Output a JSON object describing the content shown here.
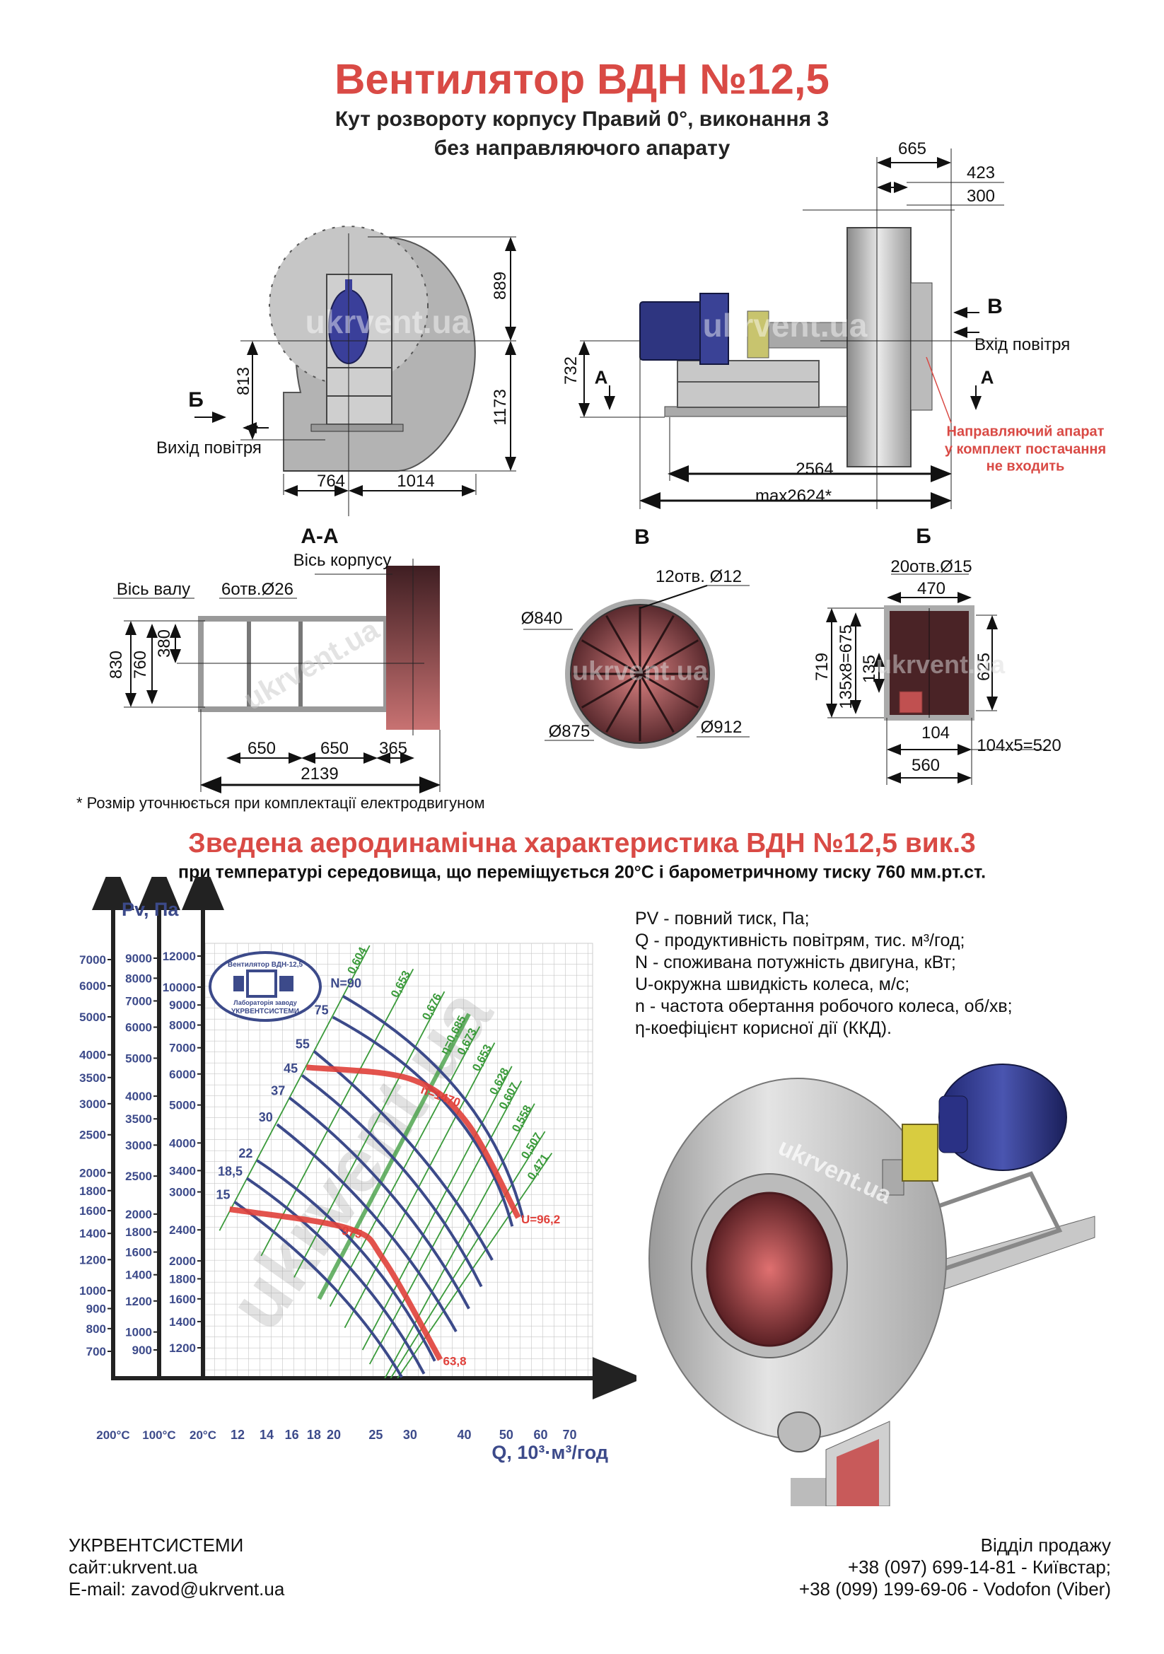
{
  "header": {
    "title": "Вентилятор  ВДН №12,5",
    "subtitle_1": "Кут розвороту корпусу Правий 0°, виконання 3",
    "subtitle_2": "без направляючого апарату"
  },
  "front_view": {
    "dim_889": "889",
    "dim_813": "813",
    "dim_1173": "1173",
    "dim_764": "764",
    "dim_1014": "1014",
    "label_b": "Б",
    "outlet_label": "Вихід повітря",
    "watermark": "ukrvent.ua"
  },
  "side_view": {
    "dim_665": "665",
    "dim_423": "423",
    "dim_300": "300",
    "dim_732": "732",
    "dim_2564": "2564",
    "dim_max": "max2624*",
    "label_v": "В",
    "inlet_label": "Вхід повітря",
    "label_a_left": "А",
    "label_a_right": "А",
    "note_lines": [
      "Направляючий апарат",
      "у комплект постачання",
      "не входить"
    ],
    "watermark": "ukrvent.ua"
  },
  "section_aa": {
    "title": "А-А",
    "housing_axis": "Вісь корпусу",
    "shaft_axis": "Вісь валу",
    "holes": "6отв.Ø26",
    "dim_830": "830",
    "dim_760": "760",
    "dim_380": "380",
    "dim_650a": "650",
    "dim_650b": "650",
    "dim_365": "365",
    "dim_2139": "2139",
    "watermark": "ukrvent.ua"
  },
  "section_v": {
    "title": "В",
    "holes": "12отв. Ø12",
    "d840": "Ø840",
    "d875": "Ø875",
    "d912": "Ø912",
    "watermark": "ukrvent.ua"
  },
  "section_b": {
    "title": "Б",
    "holes": "20отв.Ø15",
    "dim_470": "470",
    "dim_719": "719",
    "dim_675": "135x8=675",
    "dim_135": "135",
    "dim_625": "625",
    "dim_104": "104",
    "dim_520": "104x5=520",
    "dim_560": "560",
    "watermark": "ukrvent.ua"
  },
  "footnote": "* Розмір уточнюється при комплектації електродвигуном",
  "chart_heading": {
    "title": "Зведена аеродинамічна характеристика ВДН №12,5 вик.3",
    "subtitle": "при температурі середовища, що переміщується 20°С і барометричному тиску 760 мм.рт.ст."
  },
  "legend": [
    "PV - повний тиск, Па;",
    "Q - продуктивність повітрям, тис. м³/год;",
    "N - споживана потужність двигуна, кВт;",
    "U-окружна швидкість колеса, м/с;",
    "n - частота обертання робочого колеса, об/хв;",
    "η-коефіцієнт корисної дії (ККД)."
  ],
  "chart_data": {
    "type": "line",
    "title": "Зведена аеродинамічна характеристика ВДН №12,5 вик.3",
    "ylabel": "Pv, Па",
    "xlabel": "Q, 10³·м³/год",
    "x_scale": "log",
    "y_scale": "log",
    "xlim": [
      10.5,
      75
    ],
    "ylim": [
      620,
      12700
    ],
    "grid": true,
    "x_ticks": [
      12,
      14,
      16,
      18,
      20,
      25,
      30,
      40,
      50,
      60,
      70
    ],
    "temperature_labels": [
      "200°С",
      "100°С",
      "20°С"
    ],
    "y_axes": [
      {
        "temperature": "200°С",
        "ticks": [
          7000,
          6000,
          5000,
          4000,
          3500,
          3000,
          2500,
          2000,
          1800,
          1600,
          1400,
          1200,
          1000,
          900,
          800,
          700
        ]
      },
      {
        "temperature": "100°С",
        "ticks": [
          9000,
          8000,
          7000,
          6000,
          5000,
          4000,
          3500,
          3000,
          2500,
          2000,
          1800,
          1600,
          1400,
          1200,
          1000,
          900
        ]
      },
      {
        "temperature": "20°С",
        "ticks": [
          12000,
          10000,
          9000,
          8000,
          7000,
          6000,
          5000,
          4000,
          3400,
          3000,
          2400,
          2000,
          1800,
          1600,
          1400,
          1200
        ]
      }
    ],
    "power_curves": [
      {
        "label": "N=90",
        "points": [
          [
            21.0,
            9480
          ],
          [
            39.1,
            5360
          ],
          [
            54.6,
            2580
          ]
        ]
      },
      {
        "label": "75",
        "points": [
          [
            19.9,
            8380
          ],
          [
            37.0,
            4910
          ],
          [
            51.6,
            2450
          ]
        ]
      },
      {
        "label": "55",
        "points": [
          [
            18.0,
            6860
          ],
          [
            31.1,
            3810
          ],
          [
            46.4,
            2010
          ]
        ]
      },
      {
        "label": "45",
        "points": [
          [
            16.9,
            5950
          ],
          [
            29.3,
            3370
          ],
          [
            43.8,
            1720
          ]
        ]
      },
      {
        "label": "37",
        "points": [
          [
            15.8,
            5220
          ],
          [
            27.1,
            2960
          ],
          [
            41.0,
            1510
          ]
        ]
      },
      {
        "label": "30",
        "points": [
          [
            14.8,
            4460
          ],
          [
            25.2,
            2550
          ],
          [
            38.3,
            1320
          ]
        ]
      },
      {
        "label": "22",
        "points": [
          [
            13.3,
            3610
          ],
          [
            22.9,
            2150
          ],
          [
            34.2,
            1110
          ]
        ]
      },
      {
        "label": "18,5",
        "points": [
          [
            12.6,
            3250
          ],
          [
            21.6,
            1940
          ],
          [
            32.3,
            1030
          ]
        ]
      },
      {
        "label": "15",
        "points": [
          [
            11.8,
            2830
          ],
          [
            19.7,
            1740
          ],
          [
            28.7,
            1010
          ]
        ]
      }
    ],
    "speed_curves": [
      {
        "label": "n=1470",
        "end_label": "U=96,2",
        "points": [
          [
            17.3,
            6240
          ],
          [
            30.0,
            5830
          ],
          [
            40.5,
            4520
          ],
          [
            53.3,
            2580
          ]
        ]
      },
      {
        "label": "975",
        "end_label": "63,8",
        "points": [
          [
            11.5,
            2710
          ],
          [
            21.6,
            2420
          ],
          [
            26.1,
            2010
          ],
          [
            35.2,
            1120
          ]
        ]
      }
    ],
    "efficiency_lines": [
      {
        "label": "0,604",
        "top": [
          24.2,
          12770
        ],
        "bottom": [
          10.9,
          2390
        ]
      },
      {
        "label": "0,653",
        "top": [
          30.5,
          11120
        ],
        "bottom": [
          13.6,
          2060
        ]
      },
      {
        "label": "0,676",
        "top": [
          36.0,
          9740
        ],
        "bottom": [
          16.2,
          1815
        ]
      },
      {
        "label": "η=0,685",
        "top": [
          41.0,
          8540
        ],
        "bottom": [
          18.5,
          1600
        ],
        "max": true
      },
      {
        "label": "0,673",
        "top": [
          43.4,
          7930
        ],
        "bottom": [
          19.6,
          1530
        ]
      },
      {
        "label": "0,653",
        "top": [
          47.0,
          7210
        ],
        "bottom": [
          21.2,
          1350
        ]
      },
      {
        "label": "0,628",
        "top": [
          51.5,
          6280
        ],
        "bottom": [
          23.3,
          1185
        ]
      },
      {
        "label": "0,607",
        "top": [
          54.2,
          5760
        ],
        "bottom": [
          24.2,
          1090
        ]
      },
      {
        "label": "0,558",
        "top": [
          58.1,
          5040
        ],
        "bottom": [
          26.2,
          1000
        ]
      },
      {
        "label": "0,507",
        "top": [
          61.4,
          4280
        ],
        "bottom": [
          27.0,
          1000
        ]
      },
      {
        "label": "0,471",
        "top": [
          63.7,
          3770
        ],
        "bottom": [
          28.0,
          1000
        ]
      }
    ],
    "stamp": {
      "top": "Вентилятор ВДН-12,5",
      "bottom_1": "Лабораторія заводу",
      "bottom_2": "УКРВЕНТСИСТЕМИ"
    },
    "watermark": "ukrvent.ua",
    "colors": {
      "power": "#3c4a8a",
      "speed": "#e0403a",
      "efficiency": "#3a9a3a",
      "axis_text": "#3c4a8a"
    }
  },
  "render_watermark": "ukrvent.ua",
  "footer": {
    "company": "УКРВЕНТСИСТЕМИ",
    "site": "сайт:ukrvent.ua",
    "email": "E-mail: zavod@ukrvent.ua",
    "sales_title": "Відділ продажу",
    "phone_1": "+38 (097) 699-14-81 - Київстар;",
    "phone_2": "+38 (099) 199-69-06 - Vodofon (Viber)"
  }
}
